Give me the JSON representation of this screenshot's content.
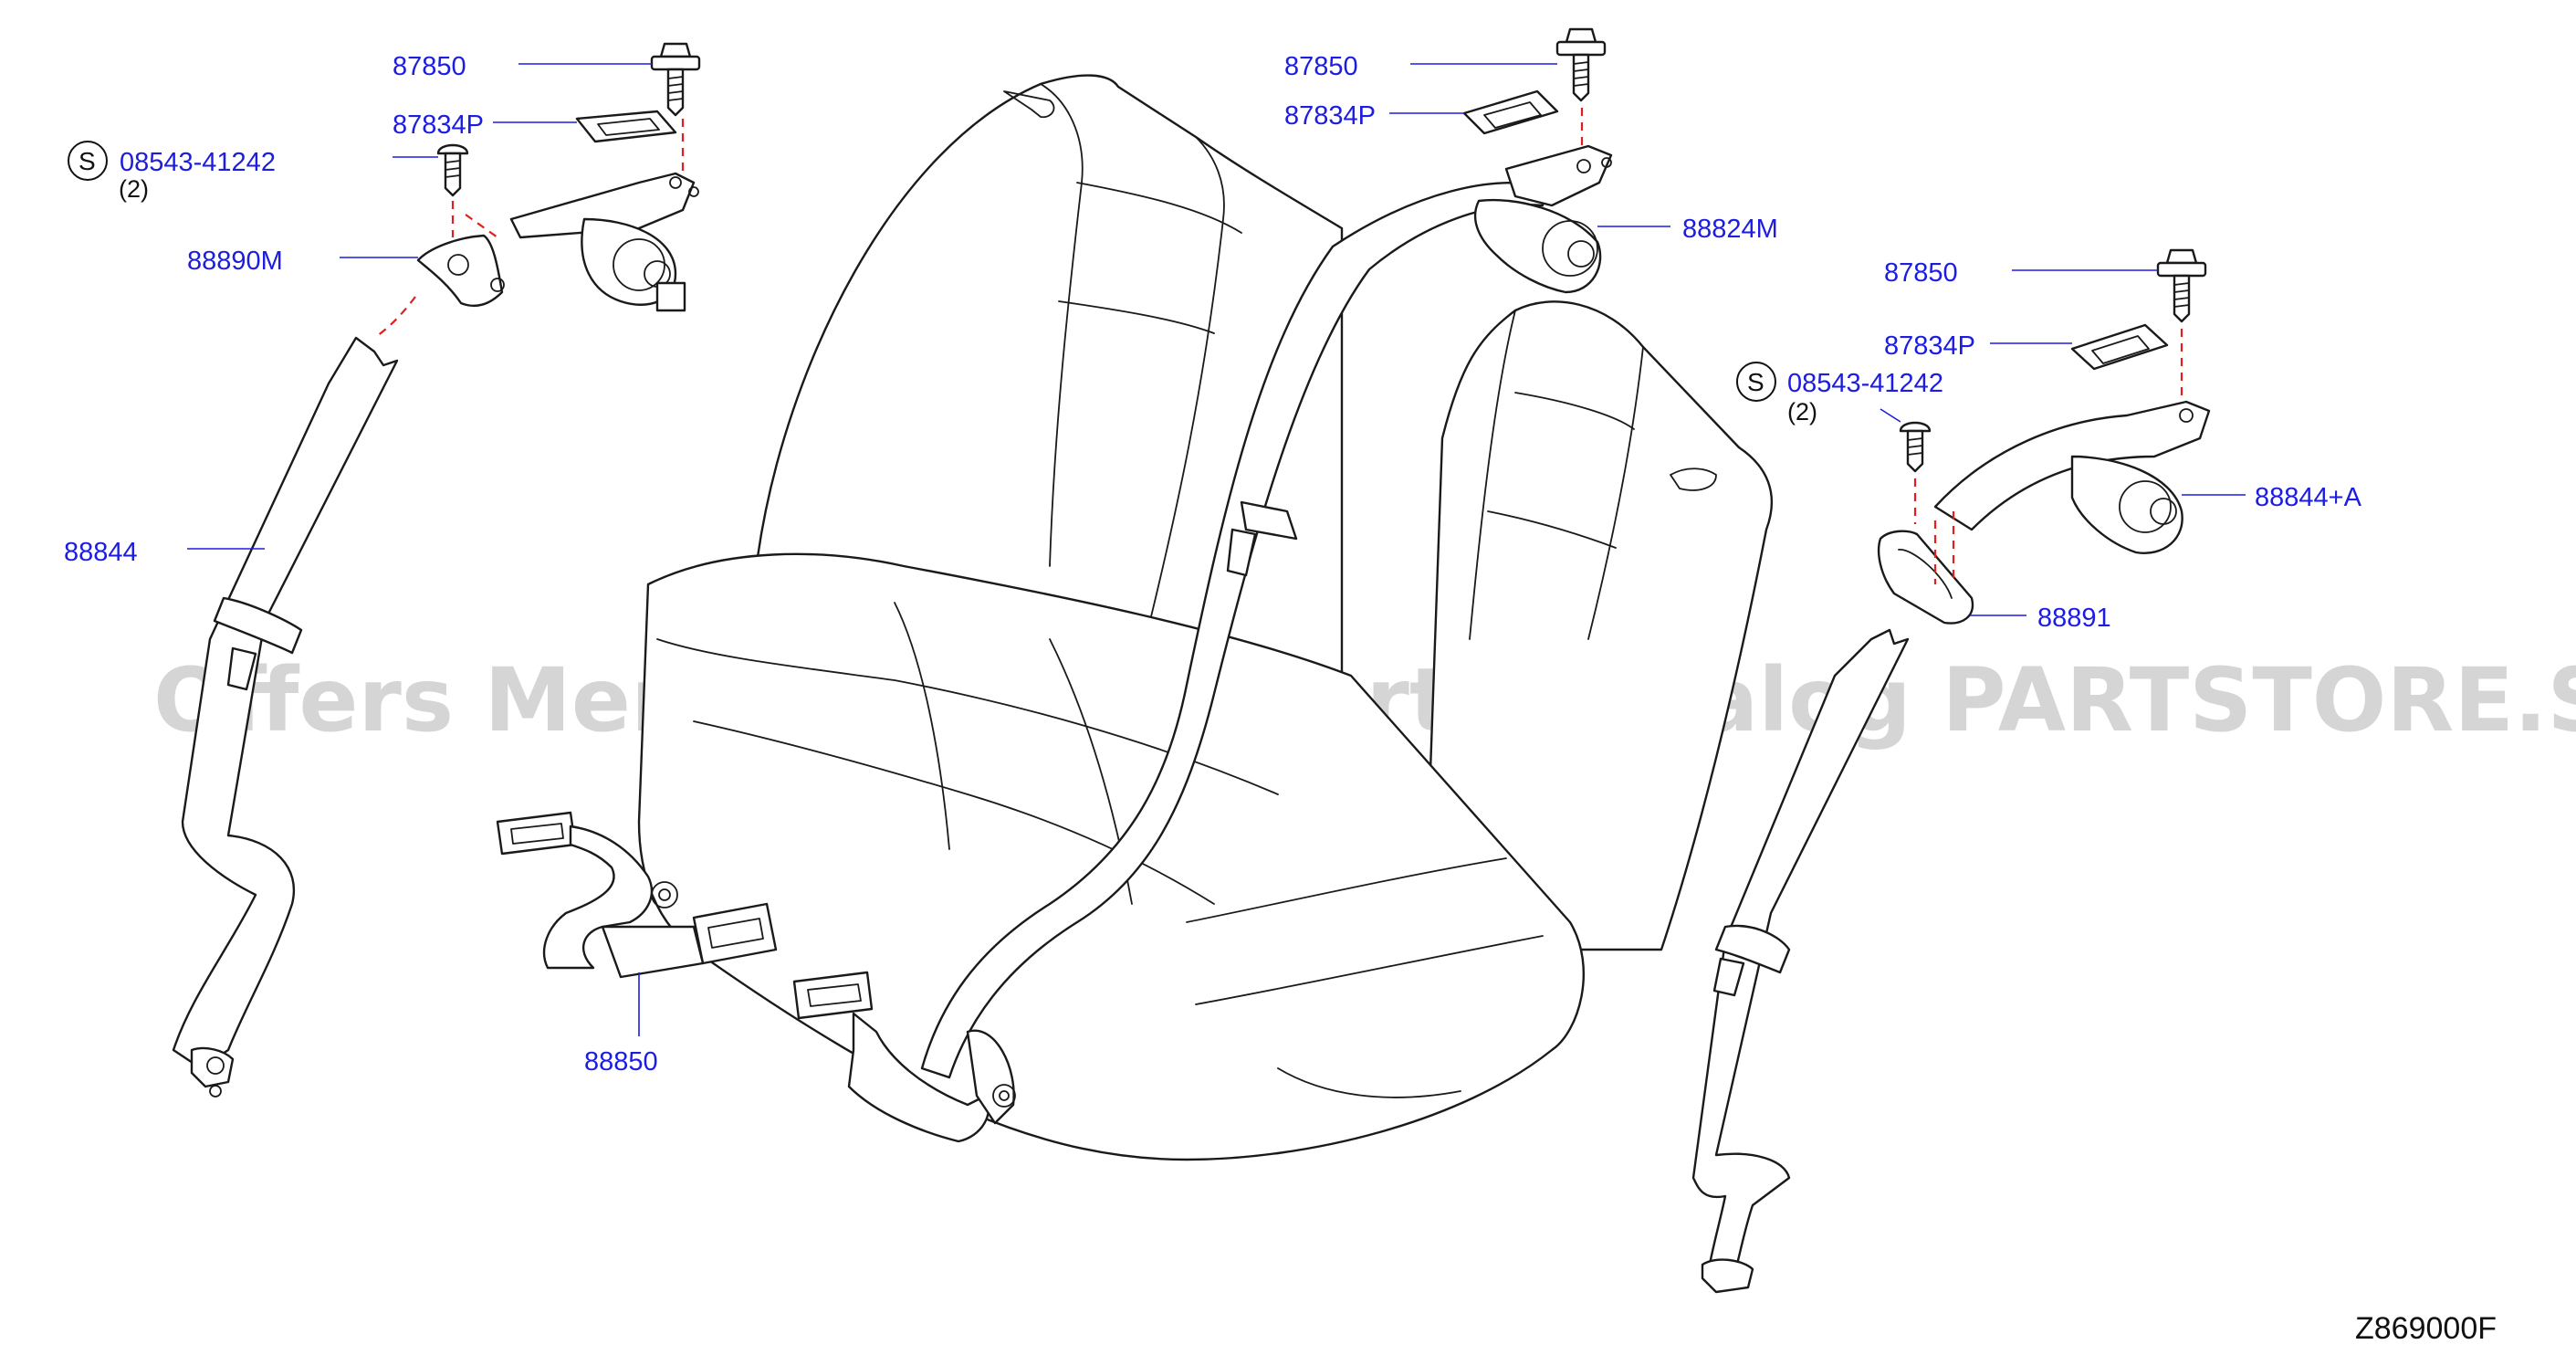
{
  "diagram": {
    "watermark": "Offers Merchant Auto Parts Catalog PARTSTORE.SA",
    "code": "Z869000F",
    "service_symbol": "S",
    "callouts": {
      "left_bolt": "87850",
      "left_cover": "87834P",
      "left_screw": "08543-41242",
      "left_screw_qty": "(2)",
      "left_anchor": "88890M",
      "left_belt": "88844",
      "left_buckle": "88850",
      "center_bolt": "87850",
      "center_cover": "87834P",
      "center_retractor": "88824M",
      "right_bolt": "87850",
      "right_cover": "87834P",
      "right_screw": "08543-41242",
      "right_screw_qty": "(2)",
      "right_retractor": "88844+A",
      "right_anchor": "88891"
    }
  }
}
